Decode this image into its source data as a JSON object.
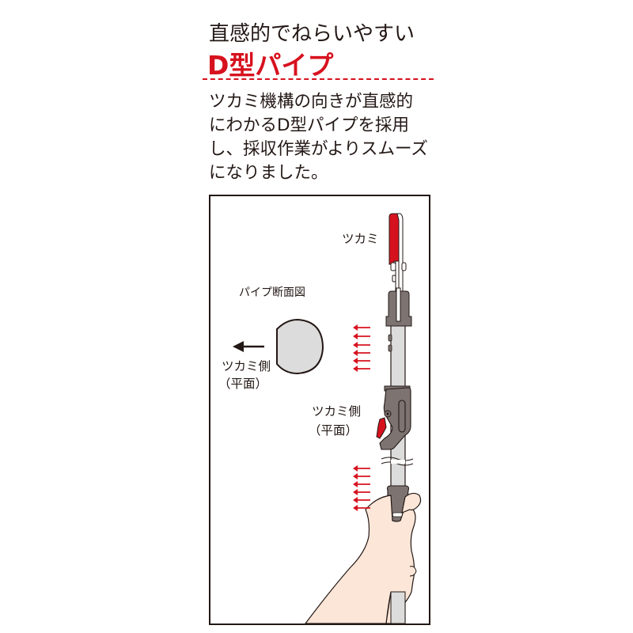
{
  "header": {
    "subtitle": "直感的でねらいやすい",
    "title": "D型パイプ"
  },
  "description": {
    "lines": [
      "ツカミ機構の向きが直感的",
      "にわかるD型パイプを採用",
      "し、採収作業がよりスムーズ",
      "になりました。"
    ]
  },
  "illustration": {
    "label_grip": "ツカミ",
    "label_cross_section": "パイプ断面図",
    "label_grip_side_left_1": "ツカミ側",
    "label_grip_side_left_2": "（平面）",
    "label_grip_side_right_1": "ツカミ側",
    "label_grip_side_right_2": "（平面）",
    "icons": [
      "arrow-left-icon",
      "d-shape-cross-section",
      "red-arrows-icon",
      "pole-tool",
      "hand-icon"
    ]
  },
  "colors": {
    "accent_red": "#d7121f",
    "text": "#231815",
    "pipe_gray": "#dcdcdc",
    "handle_gray": "#7d7472",
    "skin": "#fbe6d8"
  }
}
